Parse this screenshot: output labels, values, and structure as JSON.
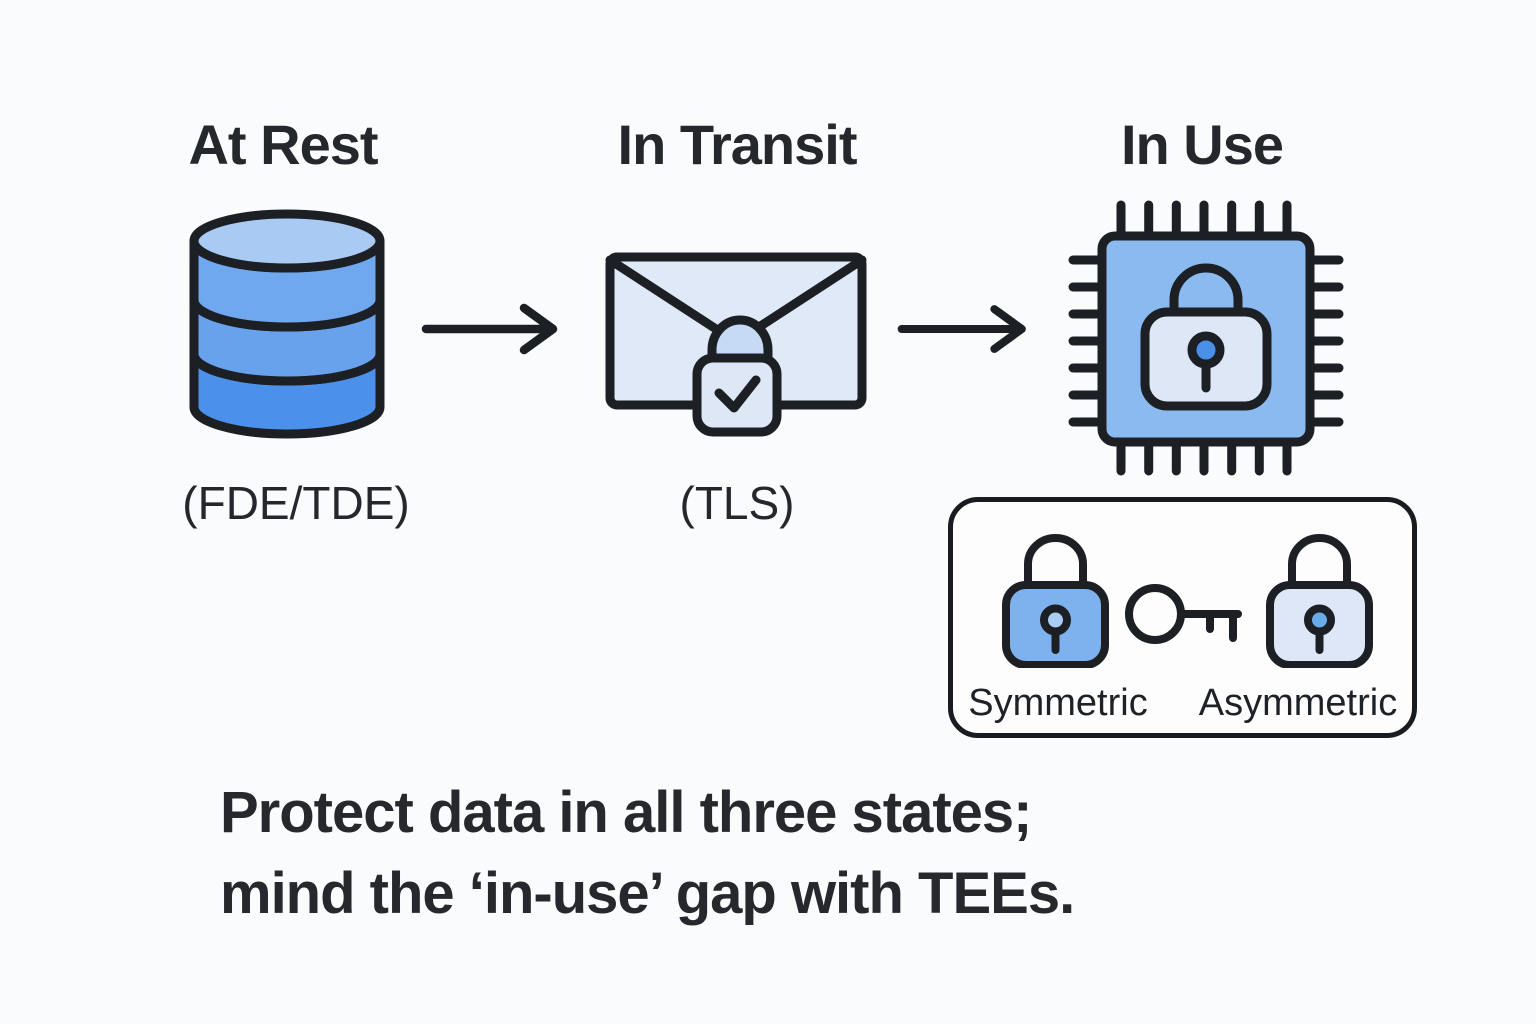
{
  "diagram": {
    "states": [
      {
        "title": "At Rest",
        "label": "(FDE/TDE)",
        "icon": "database-icon"
      },
      {
        "title": "In Transit",
        "label": "(TLS)",
        "icon": "envelope-lock-icon"
      },
      {
        "title": "In Use",
        "label": "",
        "icon": "chip-lock-icon"
      }
    ],
    "key_types_box": {
      "items": [
        {
          "label": "Symmetric",
          "icon": "lock-symmetric-icon"
        },
        {
          "label": "Asymmetric",
          "icon": "lock-asymmetric-icon"
        }
      ],
      "connector_icon": "key-icon"
    },
    "caption_line1": "Protect data in all three states;",
    "caption_line2": "mind the ‘in-use’ gap with TEEs.",
    "colors": {
      "background": "#fafbfc",
      "ink": "#1c2025",
      "db_top": "#a9cbf3",
      "db_band1": "#6fa8ee",
      "db_band2": "#68a2ed",
      "db_band3": "#4b90ea",
      "envelope_fill": "#dfe9f8",
      "lock_light": "#dee7f6",
      "shackle_fill": "#c6daf5",
      "chip_fill": "#8abaf0",
      "keyhole_blue": "#4a90e8",
      "sym_lock_fill": "#7db2ef",
      "sym_keyhole": "#a9cdf4",
      "asym_lock_fill": "#dde7f7",
      "asym_keyhole": "#6aace9",
      "box_bg": "#fdfdfe"
    }
  }
}
